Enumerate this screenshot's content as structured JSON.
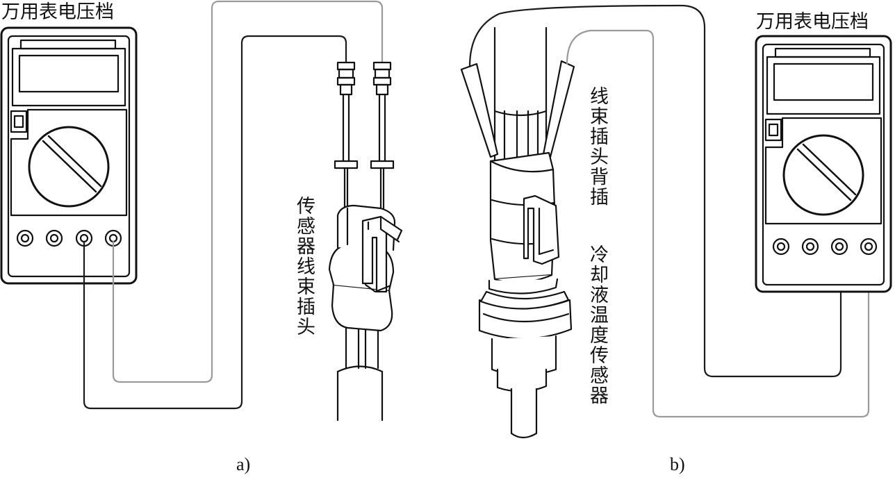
{
  "labels": {
    "meter_left": "万用表电压档",
    "meter_right": "万用表电压档",
    "connector_a": "传感器线束插头",
    "connector_b": "线束插头背插",
    "sensor_b": "冷却液温度传感器",
    "caption_a": "a)",
    "caption_b": "b)"
  },
  "colors": {
    "stroke": "#111111",
    "wire_dark": "#1a1a1a",
    "wire_light": "#9a9a9a",
    "background": "#ffffff"
  }
}
